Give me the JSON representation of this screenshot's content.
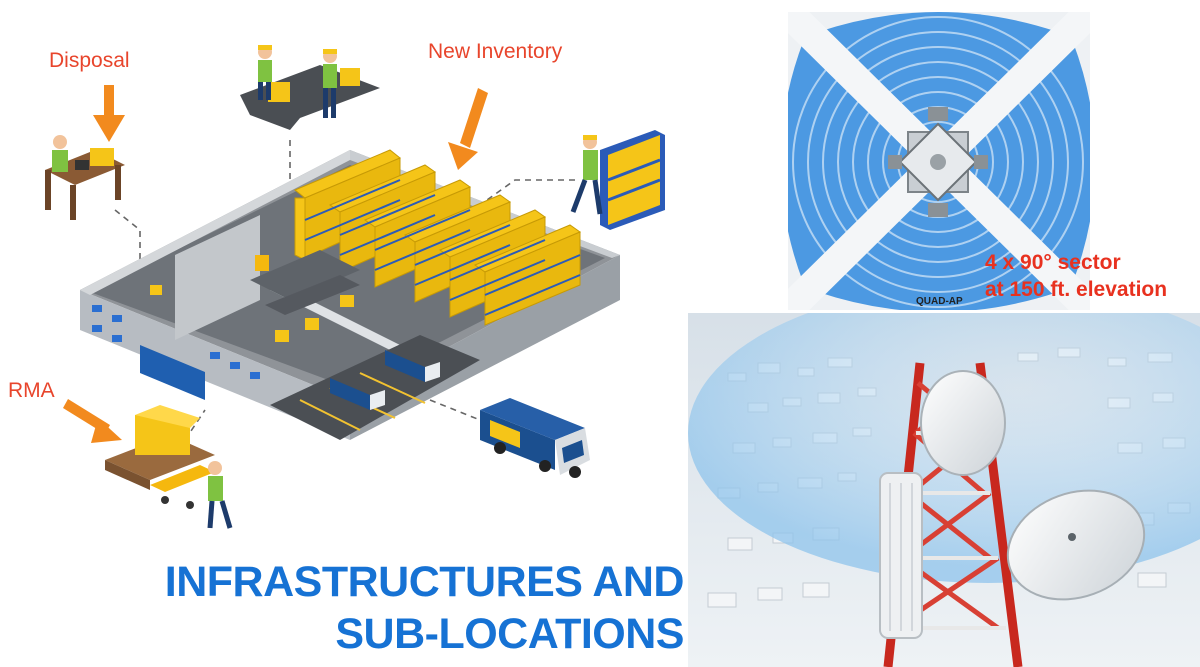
{
  "labels": {
    "disposal": "Disposal",
    "new_inventory": "New Inventory",
    "rma": "RMA"
  },
  "title": {
    "line1": "INFRASTRUCTURES AND",
    "line2": "SUB-LOCATIONS"
  },
  "antenna": {
    "model_label": "QUAD-AP",
    "sector_line1": "4 x 90° sector",
    "sector_line2": "at 150 ft. elevation"
  },
  "colors": {
    "accent_orange": "#f28a1e",
    "label_red": "#e8452c",
    "title_blue": "#1672d4",
    "box_yellow": "#f5c518",
    "tower_red": "#c8281e"
  }
}
